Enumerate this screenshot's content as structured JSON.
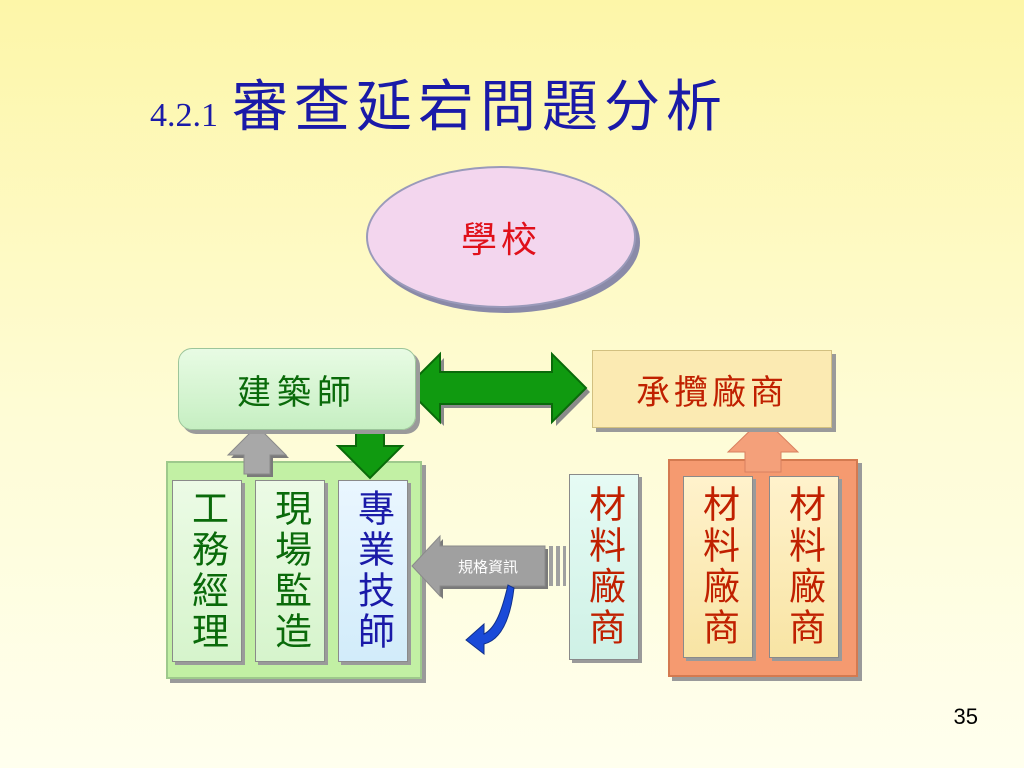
{
  "title": {
    "number": "4.2.1",
    "text": "審查延宕問題分析"
  },
  "nodes": {
    "school": "學校",
    "architect": "建築師",
    "contractor": "承攬廠商",
    "site_manager": "工務經理",
    "site_supervisor": "現場監造",
    "professional_engineer": "專業技師",
    "material_supplier_1": "材料廠商",
    "material_supplier_2": "材料廠商",
    "material_supplier_3": "材料廠商"
  },
  "arrows": {
    "spec_info_label": "規格資訊"
  },
  "colors": {
    "title": "#1a1aa8",
    "school_text": "#e0101a",
    "architect_text": "#0a6a0a",
    "contractor_text": "#c02000",
    "green_arrow": "#109a10",
    "gray_arrow": "#9a9a9a",
    "salmon_arrow": "#f4a07a",
    "blue_curve": "#1a4ad8"
  },
  "icons": [
    "double-arrow-icon",
    "up-arrow-icon",
    "down-arrow-icon",
    "left-arrow-icon",
    "curved-arrow-icon"
  ],
  "page_number": "35"
}
